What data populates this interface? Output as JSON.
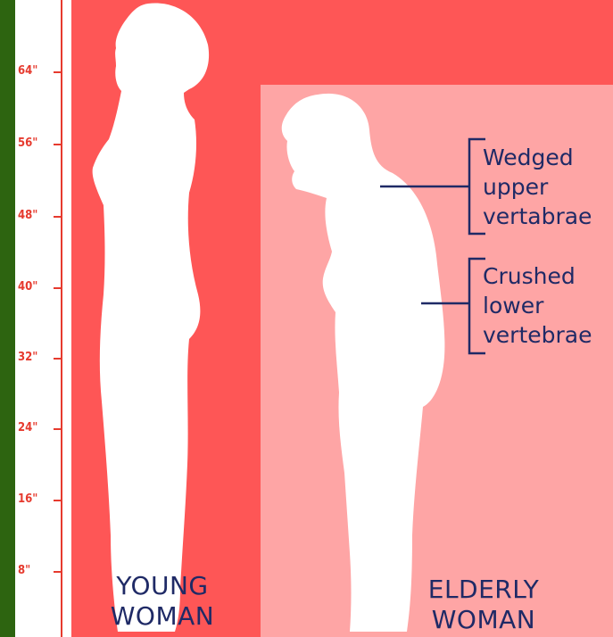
{
  "ruler": {
    "ticks": [
      {
        "label": "64\""
      },
      {
        "label": "56\""
      },
      {
        "label": "48\""
      },
      {
        "label": "40\""
      },
      {
        "label": "32\""
      },
      {
        "label": "24\""
      },
      {
        "label": "16\""
      },
      {
        "label": "8\""
      }
    ]
  },
  "figures": {
    "young": {
      "line1": "YOUNG",
      "line2": "WOMAN"
    },
    "elderly": {
      "line1": "ELDERLY",
      "line2": "WOMAN"
    }
  },
  "callouts": {
    "upper": {
      "line1": "Wedged",
      "line2": "upper",
      "line3": "vertabrae"
    },
    "lower": {
      "line1": "Crushed",
      "line2": "lower",
      "line3": "vertebrae"
    }
  },
  "colors": {
    "green_bar": "#2d6410",
    "ruler": "#e63a2e",
    "young_panel": "#fe5656",
    "elderly_panel": "#fea5a5",
    "label_text": "#1f2a66"
  }
}
